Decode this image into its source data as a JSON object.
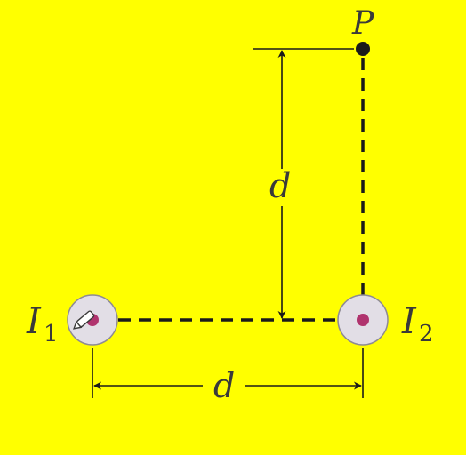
{
  "diagram": {
    "point_label": "P",
    "vertical_distance_label": "d",
    "horizontal_distance_label": "d",
    "wire1": {
      "symbol": "I",
      "subscript": "1"
    },
    "wire2": {
      "symbol": "I",
      "subscript": "2"
    }
  },
  "colors": {
    "background": "#FFFF00",
    "line": "#1a1a1a",
    "wire_fill": "#E2DEE6",
    "wire_dot": "#B0336E"
  }
}
